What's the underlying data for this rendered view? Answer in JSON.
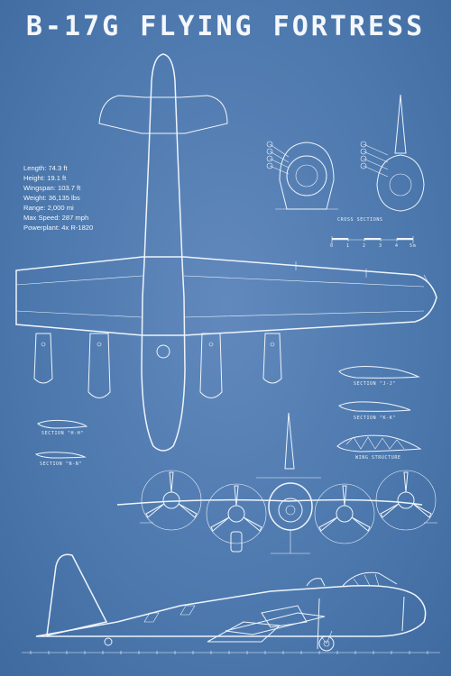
{
  "title": "B-17G FLYING FORTRESS",
  "specs": [
    "Length: 74.3 ft",
    "Height: 19.1 ft",
    "Wingspan: 103.7 ft",
    "Weight: 36,135 lbs",
    "Range: 2,000 mi",
    "Max Speed: 287 mph",
    "Powerplant: 4x R-1820"
  ],
  "labels": {
    "cross_sections": "CROSS SECTIONS",
    "section_jj": "SECTION \"J-J\"",
    "section_kk": "SECTION \"K-K\"",
    "wing_structure": "WING STRUCTURE",
    "section_hh": "SECTION \"H-H\"",
    "section_nn": "SECTION \"N-N\"",
    "scale_unit": "5m",
    "scale_ticks": [
      "0",
      "1",
      "2",
      "3",
      "4"
    ]
  }
}
